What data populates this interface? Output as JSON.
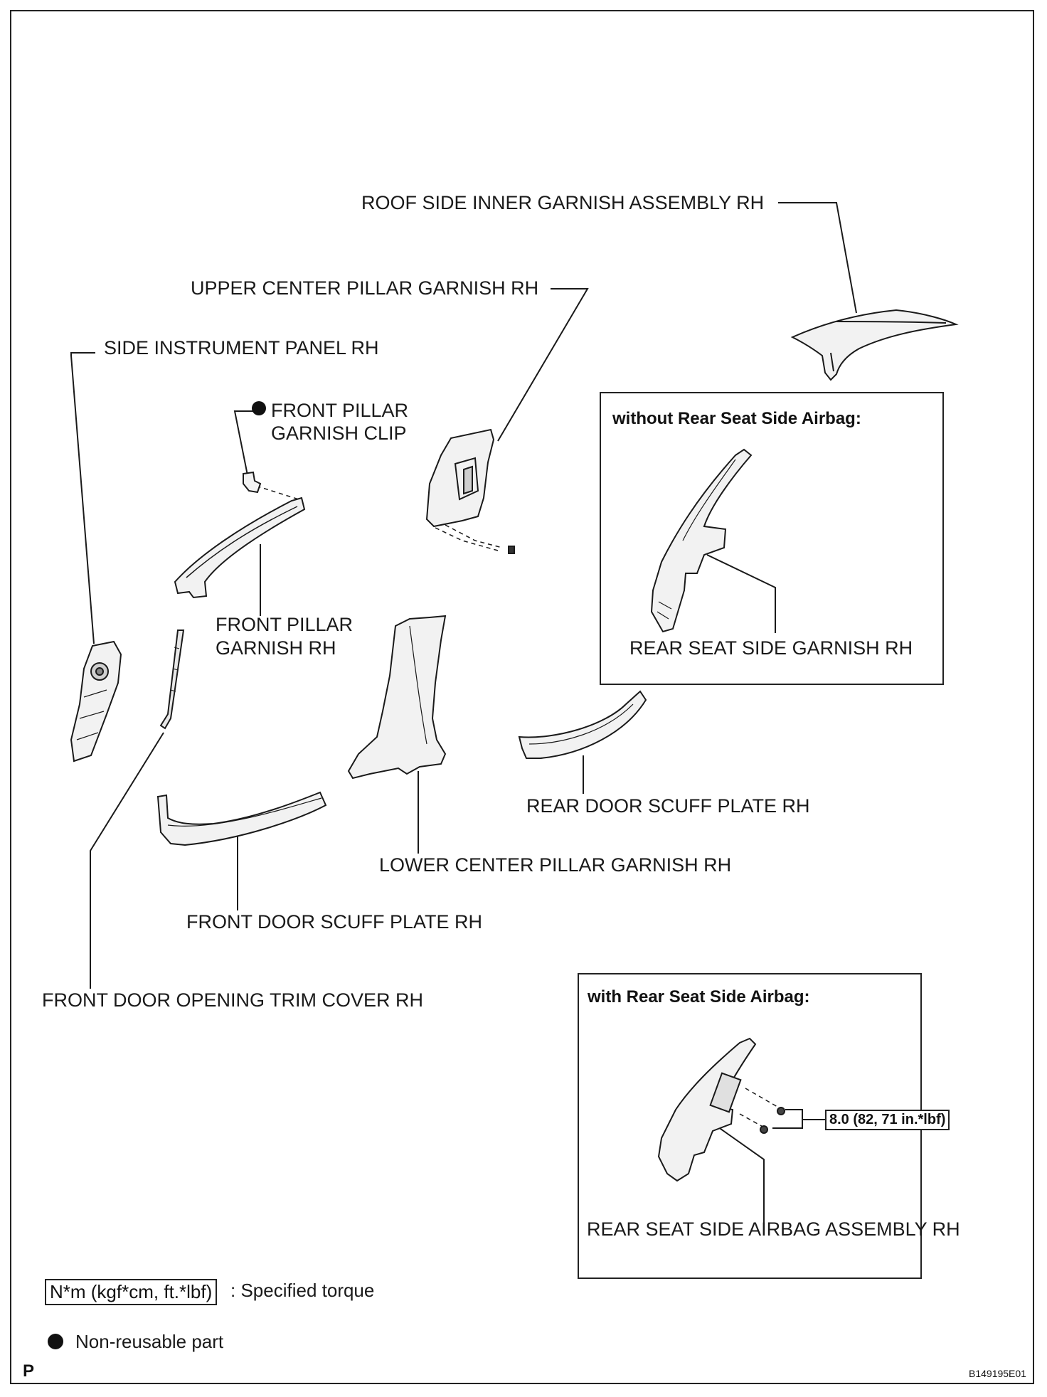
{
  "labels": {
    "roof_side_inner_garnish": "ROOF SIDE INNER GARNISH ASSEMBLY RH",
    "upper_center_pillar_garnish": "UPPER CENTER PILLAR GARNISH RH",
    "side_instrument_panel": "SIDE INSTRUMENT PANEL RH",
    "front_pillar_garnish_clip_l1": "FRONT PILLAR",
    "front_pillar_garnish_clip_l2": "GARNISH CLIP",
    "front_pillar_garnish_l1": "FRONT PILLAR",
    "front_pillar_garnish_l2": "GARNISH RH",
    "rear_seat_side_garnish": "REAR SEAT SIDE GARNISH RH",
    "rear_door_scuff_plate": "REAR DOOR SCUFF PLATE RH",
    "lower_center_pillar_garnish": "LOWER CENTER PILLAR GARNISH RH",
    "front_door_scuff_plate": "FRONT DOOR SCUFF PLATE RH",
    "front_door_opening_trim_cover": "FRONT DOOR OPENING TRIM COVER RH",
    "rear_seat_side_airbag": "REAR SEAT SIDE AIRBAG ASSEMBLY RH"
  },
  "boxes": {
    "without_airbag_title": "without Rear Seat Side Airbag:",
    "with_airbag_title": "with Rear Seat Side Airbag:",
    "torque_value": "8.0 (82, 71 in.*lbf)"
  },
  "legend": {
    "torque_unit": "N*m (kgf*cm, ft.*lbf)",
    "torque_desc": ": Specified torque",
    "nonreusable_desc": "Non-reusable part"
  },
  "footer": {
    "page_letter": "P",
    "figure_code": "B149195E01"
  }
}
